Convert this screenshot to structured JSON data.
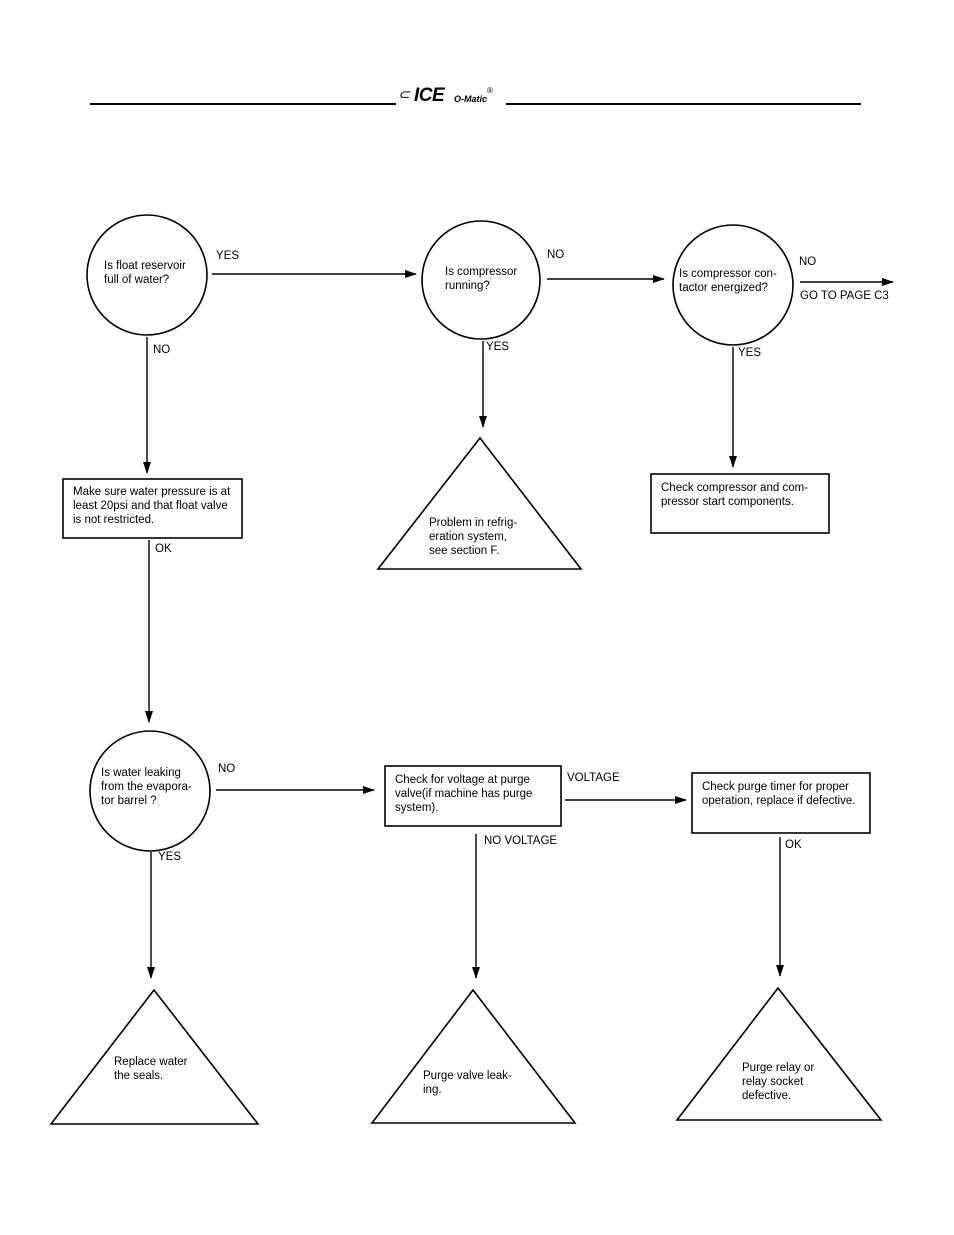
{
  "header": {
    "logo_mark": "⊂",
    "logo_main": "ICE",
    "logo_sub": "O-Matic",
    "logo_reg": "®"
  },
  "nodes": {
    "float_reservoir": "Is float reservoir\nfull of water?",
    "compressor_running": "Is compressor\nrunning?",
    "contactor_energized": "Is compressor con-\ntactor energized?",
    "water_pressure": "Make sure water pressure is at\nleast 20psi and that float valve\nis not restricted.",
    "refrigeration_problem": "Problem in refrig-\neration system,\nsee section F.",
    "check_compressor": "Check compressor and com-\npressor start components.",
    "water_leaking": "Is water leaking\nfrom the evapora-\ntor barrel ?",
    "check_voltage": "Check for voltage at purge\nvalve(if machine has purge\nsystem).",
    "check_timer": "Check purge timer for proper\noperation, replace if defective.",
    "replace_seals": "Replace water\nthe seals.",
    "purge_valve_leaking": "Purge valve leak-\ning.",
    "purge_relay": "Purge relay or\nrelay socket\ndefective."
  },
  "edges": {
    "yes_1": "YES",
    "no_1": "NO",
    "no_2": "NO",
    "yes_2": "YES",
    "no_3": "NO",
    "goto": "GO TO  PAGE C3",
    "yes_3": "YES",
    "ok_1": "OK",
    "no_4": "NO",
    "yes_4": "YES",
    "voltage": "VOLTAGE",
    "no_voltage": "NO VOLTAGE",
    "ok_2": "OK"
  }
}
